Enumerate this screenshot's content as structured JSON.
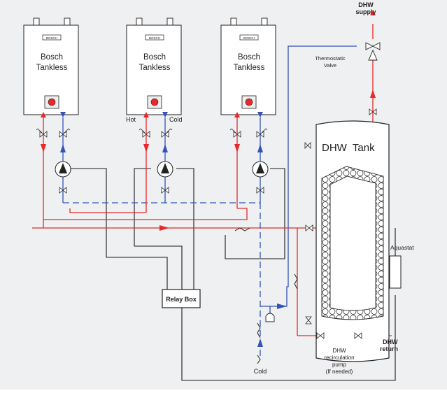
{
  "heaters": [
    {
      "brand": "BOSCH",
      "name_line1": "Bosch",
      "name_line2": "Tankless"
    },
    {
      "brand": "BOSCH",
      "name_line1": "Bosch",
      "name_line2": "Tankless"
    },
    {
      "brand": "BOSCH",
      "name_line1": "Bosch",
      "name_line2": "Tankless"
    }
  ],
  "labels": {
    "hot": "Hot",
    "cold_heater": "Cold",
    "dhw_supply_line1": "DHW",
    "dhw_supply_line2": "supply",
    "thermostatic_line1": "Thermostatic",
    "thermostatic_line2": "Valve",
    "tank": "DHW  Tank",
    "aquastat": "Aquastat",
    "relay_box": "Relay Box",
    "cold_inlet": "Cold",
    "dhw_return_line1": "DHW",
    "dhw_return_line2": "return",
    "recirc_line1": "DHW",
    "recirc_line2": "recirculation",
    "recirc_line3": "pump",
    "recirc_line4": "(If needed)"
  },
  "colors": {
    "background": "#eef0f2",
    "hot_pipe": "#e8282b",
    "cold_pipe": "#3353b8",
    "wire": "#1a1a1a",
    "heater_body": "#ffffff"
  }
}
